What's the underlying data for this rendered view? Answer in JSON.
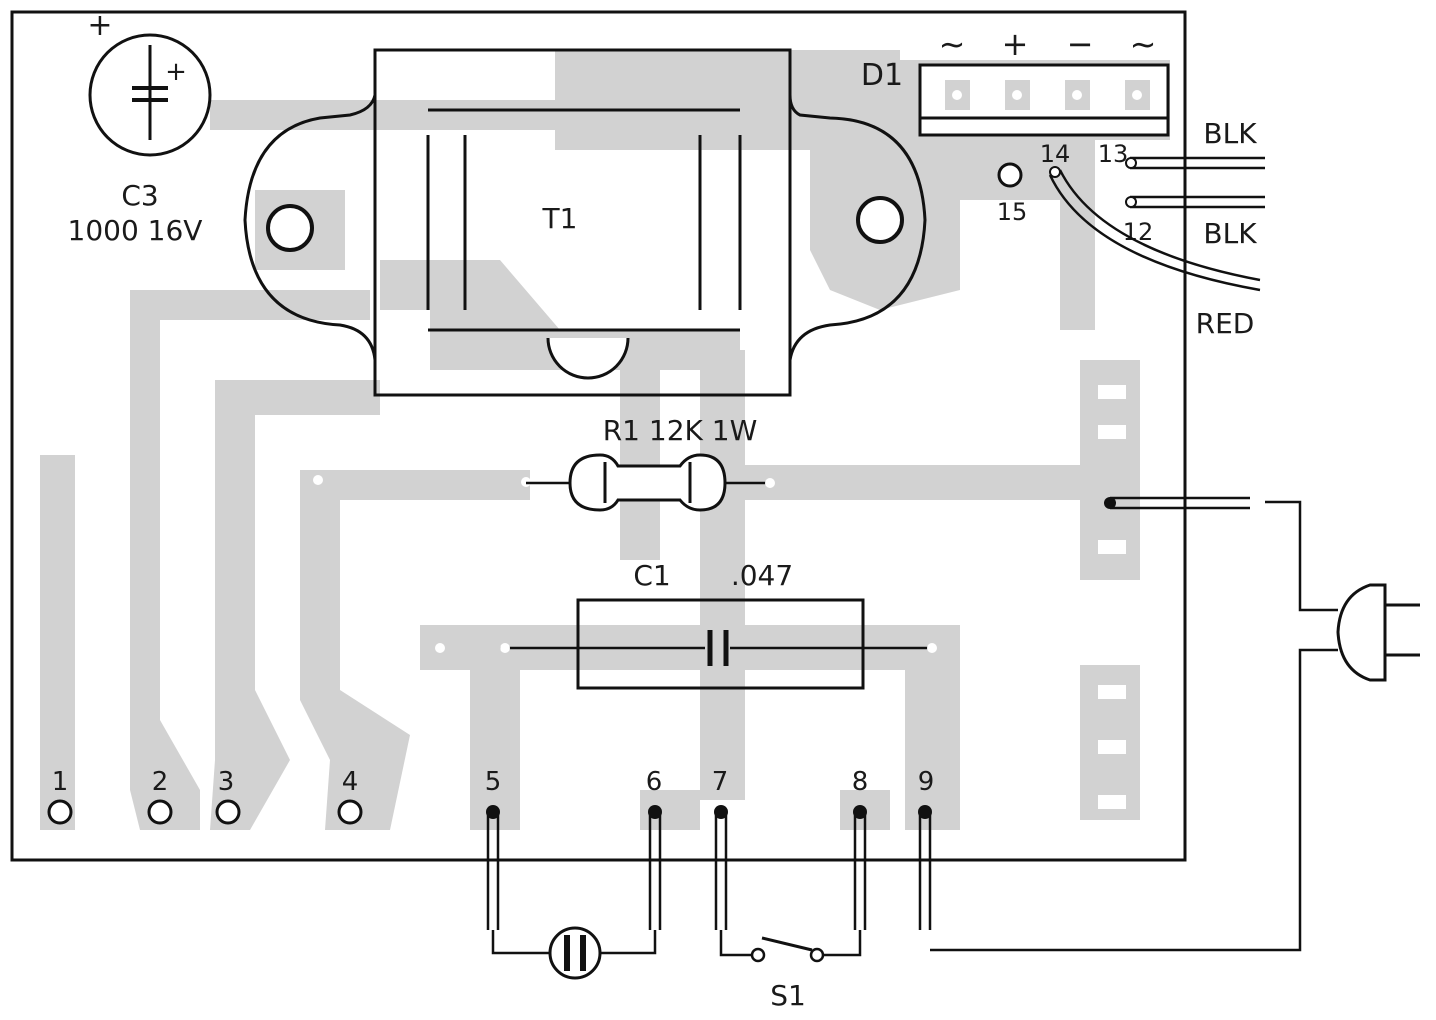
{
  "colors": {
    "board": "#ffffff",
    "trace": "#d2d2d2",
    "ink": "#111111",
    "pad_slot": "#ffffff"
  },
  "icons": {
    "electrolytic-capacitor": "capacitor-electrolytic-icon",
    "transformer": "transformer-icon",
    "bridge-rectifier": "bridge-rectifier-icon",
    "resistor": "resistor-icon",
    "film-capacitor": "capacitor-icon",
    "neon-lamp": "neon-lamp-icon",
    "switch": "switch-icon",
    "plug": "power-plug-icon"
  },
  "components": {
    "c3": {
      "ref": "C3",
      "value": "1000  16V",
      "plus_outer": "+",
      "plus_inner": "+"
    },
    "t1": {
      "ref": "T1"
    },
    "d1": {
      "ref": "D1",
      "pins": [
        "~",
        "+",
        "−",
        "~"
      ]
    },
    "r1": {
      "label": "R1  12K  1W"
    },
    "c1": {
      "ref": "C1",
      "value": ".047"
    },
    "s1": {
      "ref": "S1"
    }
  },
  "terminals": {
    "t1": "1",
    "t2": "2",
    "t3": "3",
    "t4": "4",
    "t5": "5",
    "t6": "6",
    "t7": "7",
    "t8": "8",
    "t9": "9",
    "t12": "12",
    "t13": "13",
    "t14": "14",
    "t15": "15"
  },
  "wires": {
    "blk_top": "BLK",
    "blk_bottom": "BLK",
    "red": "RED"
  }
}
